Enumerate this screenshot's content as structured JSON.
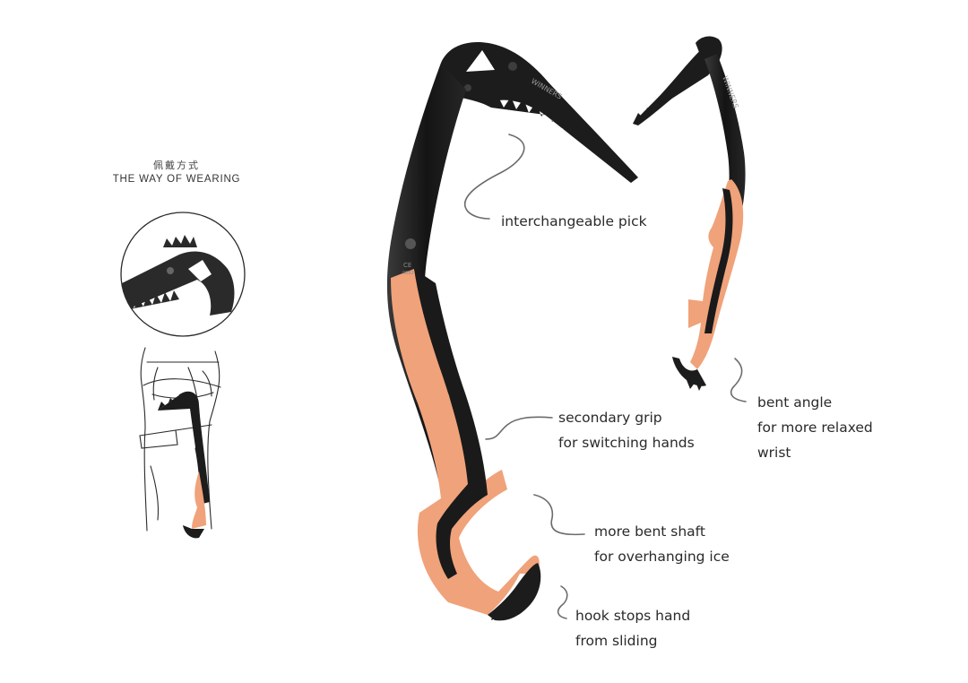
{
  "wearing": {
    "title_cn": "佩戴方式",
    "title_en": "THE WAY OF WEARING"
  },
  "callouts": {
    "pick": {
      "line1": "interchangeable pick"
    },
    "grip": {
      "line1": "secondary grip",
      "line2": "for switching hands"
    },
    "angle": {
      "line1": "bent angle",
      "line2": "for more relaxed",
      "line3": "wrist"
    },
    "shaft": {
      "line1": "more bent shaft",
      "line2": "for overhanging ice"
    },
    "hook": {
      "line1": "hook stops hand",
      "line2": "from sliding"
    }
  },
  "colors": {
    "body": "#1c1c1c",
    "grip": "#f0a27a",
    "grip_dark": "#e58b5f",
    "leader": "#6b6b6b"
  }
}
